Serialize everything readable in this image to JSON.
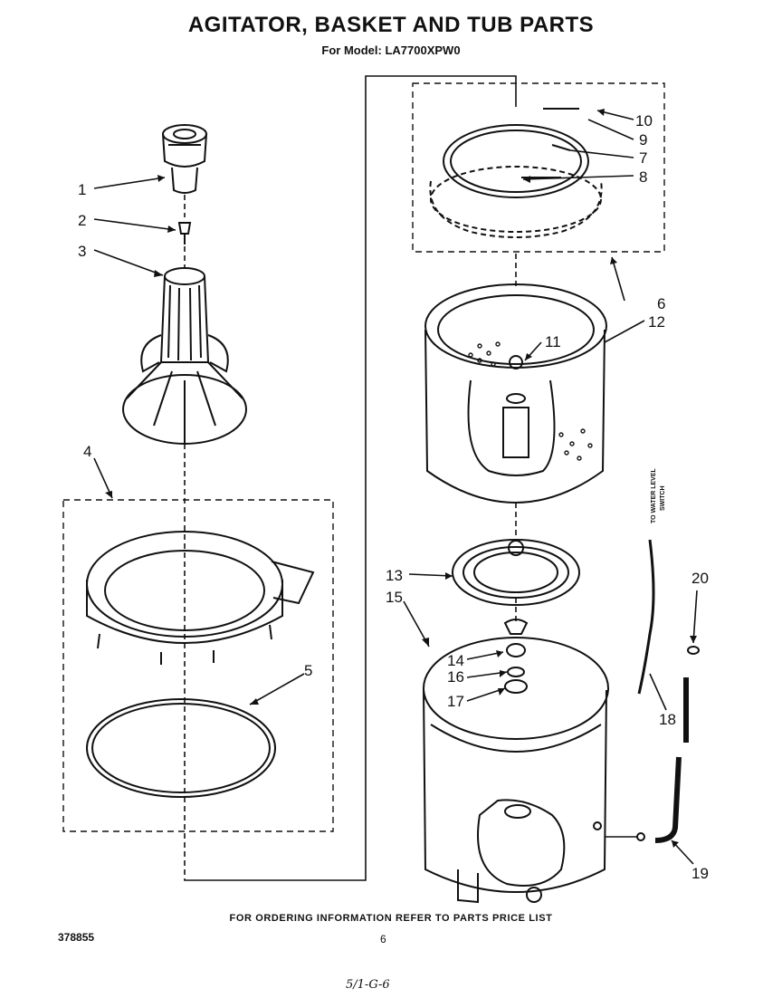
{
  "header": {
    "title": "AGITATOR, BASKET AND TUB PARTS",
    "subtitle": "For Model: LA7700XPW0"
  },
  "callouts": [
    "1",
    "2",
    "3",
    "4",
    "5",
    "6",
    "7",
    "8",
    "9",
    "10",
    "11",
    "12",
    "13",
    "14",
    "15",
    "16",
    "17",
    "18",
    "19",
    "20"
  ],
  "side_label": {
    "line1": "TO WATER LEVEL",
    "line2": "SWITCH"
  },
  "footer": {
    "note": "FOR ORDERING INFORMATION REFER TO PARTS PRICE LIST",
    "doc_number": "378855",
    "page_number": "6",
    "handwritten": "5/1-G-6"
  }
}
